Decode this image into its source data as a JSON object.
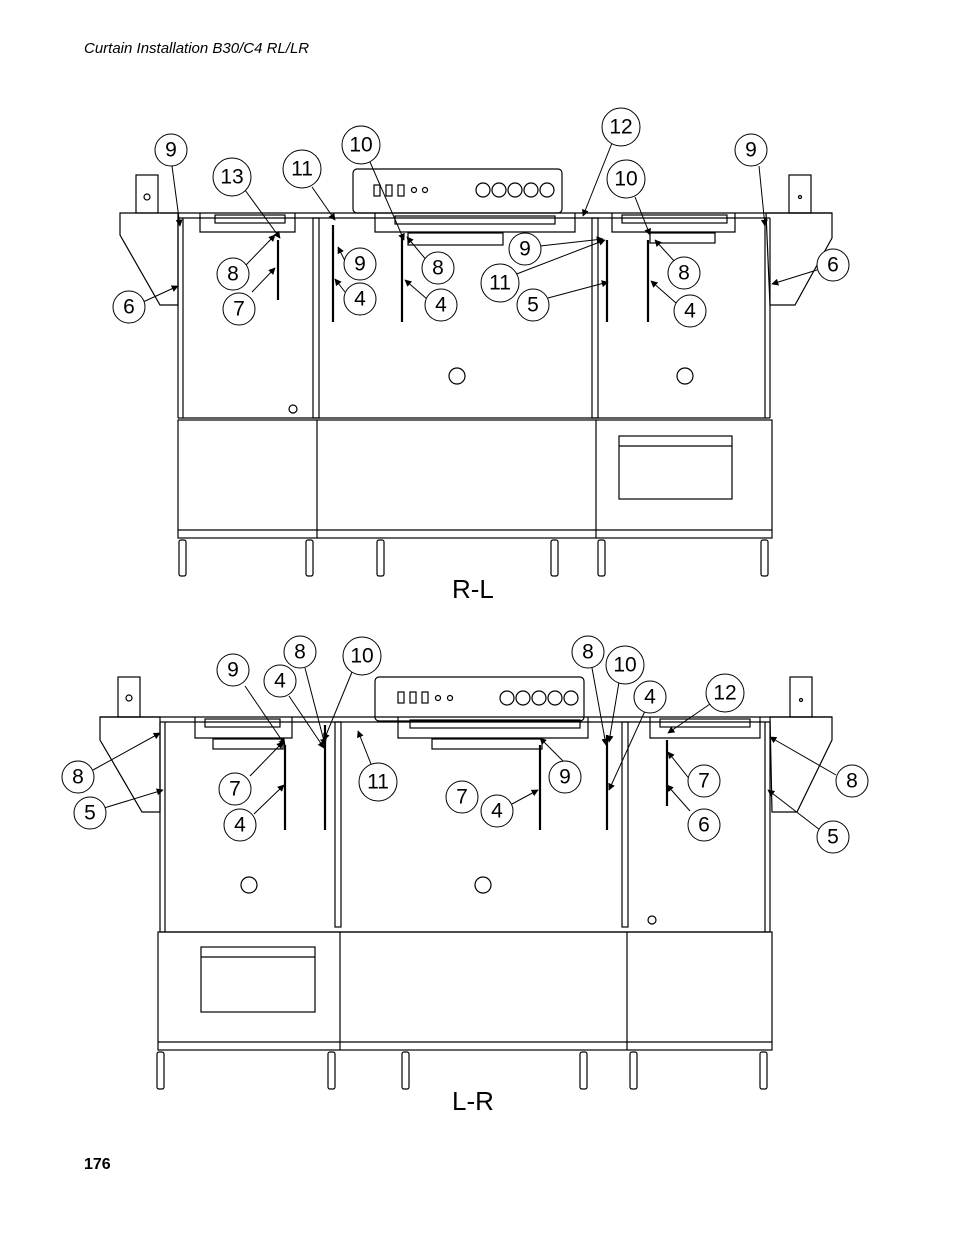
{
  "header": {
    "title": "Curtain Installation B30/C4 RL/LR"
  },
  "page": {
    "number": "176"
  },
  "views": [
    {
      "label": "R-L",
      "callouts": [
        "9",
        "13",
        "11",
        "10",
        "12",
        "10",
        "9",
        "8",
        "9",
        "8",
        "9",
        "11",
        "8",
        "6",
        "6",
        "7",
        "4",
        "4",
        "5",
        "4"
      ]
    },
    {
      "label": "L-R",
      "callouts": [
        "9",
        "8",
        "10",
        "4",
        "8",
        "10",
        "4",
        "12",
        "7",
        "11",
        "7",
        "8",
        "8",
        "5",
        "4",
        "7",
        "4",
        "9",
        "6",
        "5"
      ]
    }
  ]
}
